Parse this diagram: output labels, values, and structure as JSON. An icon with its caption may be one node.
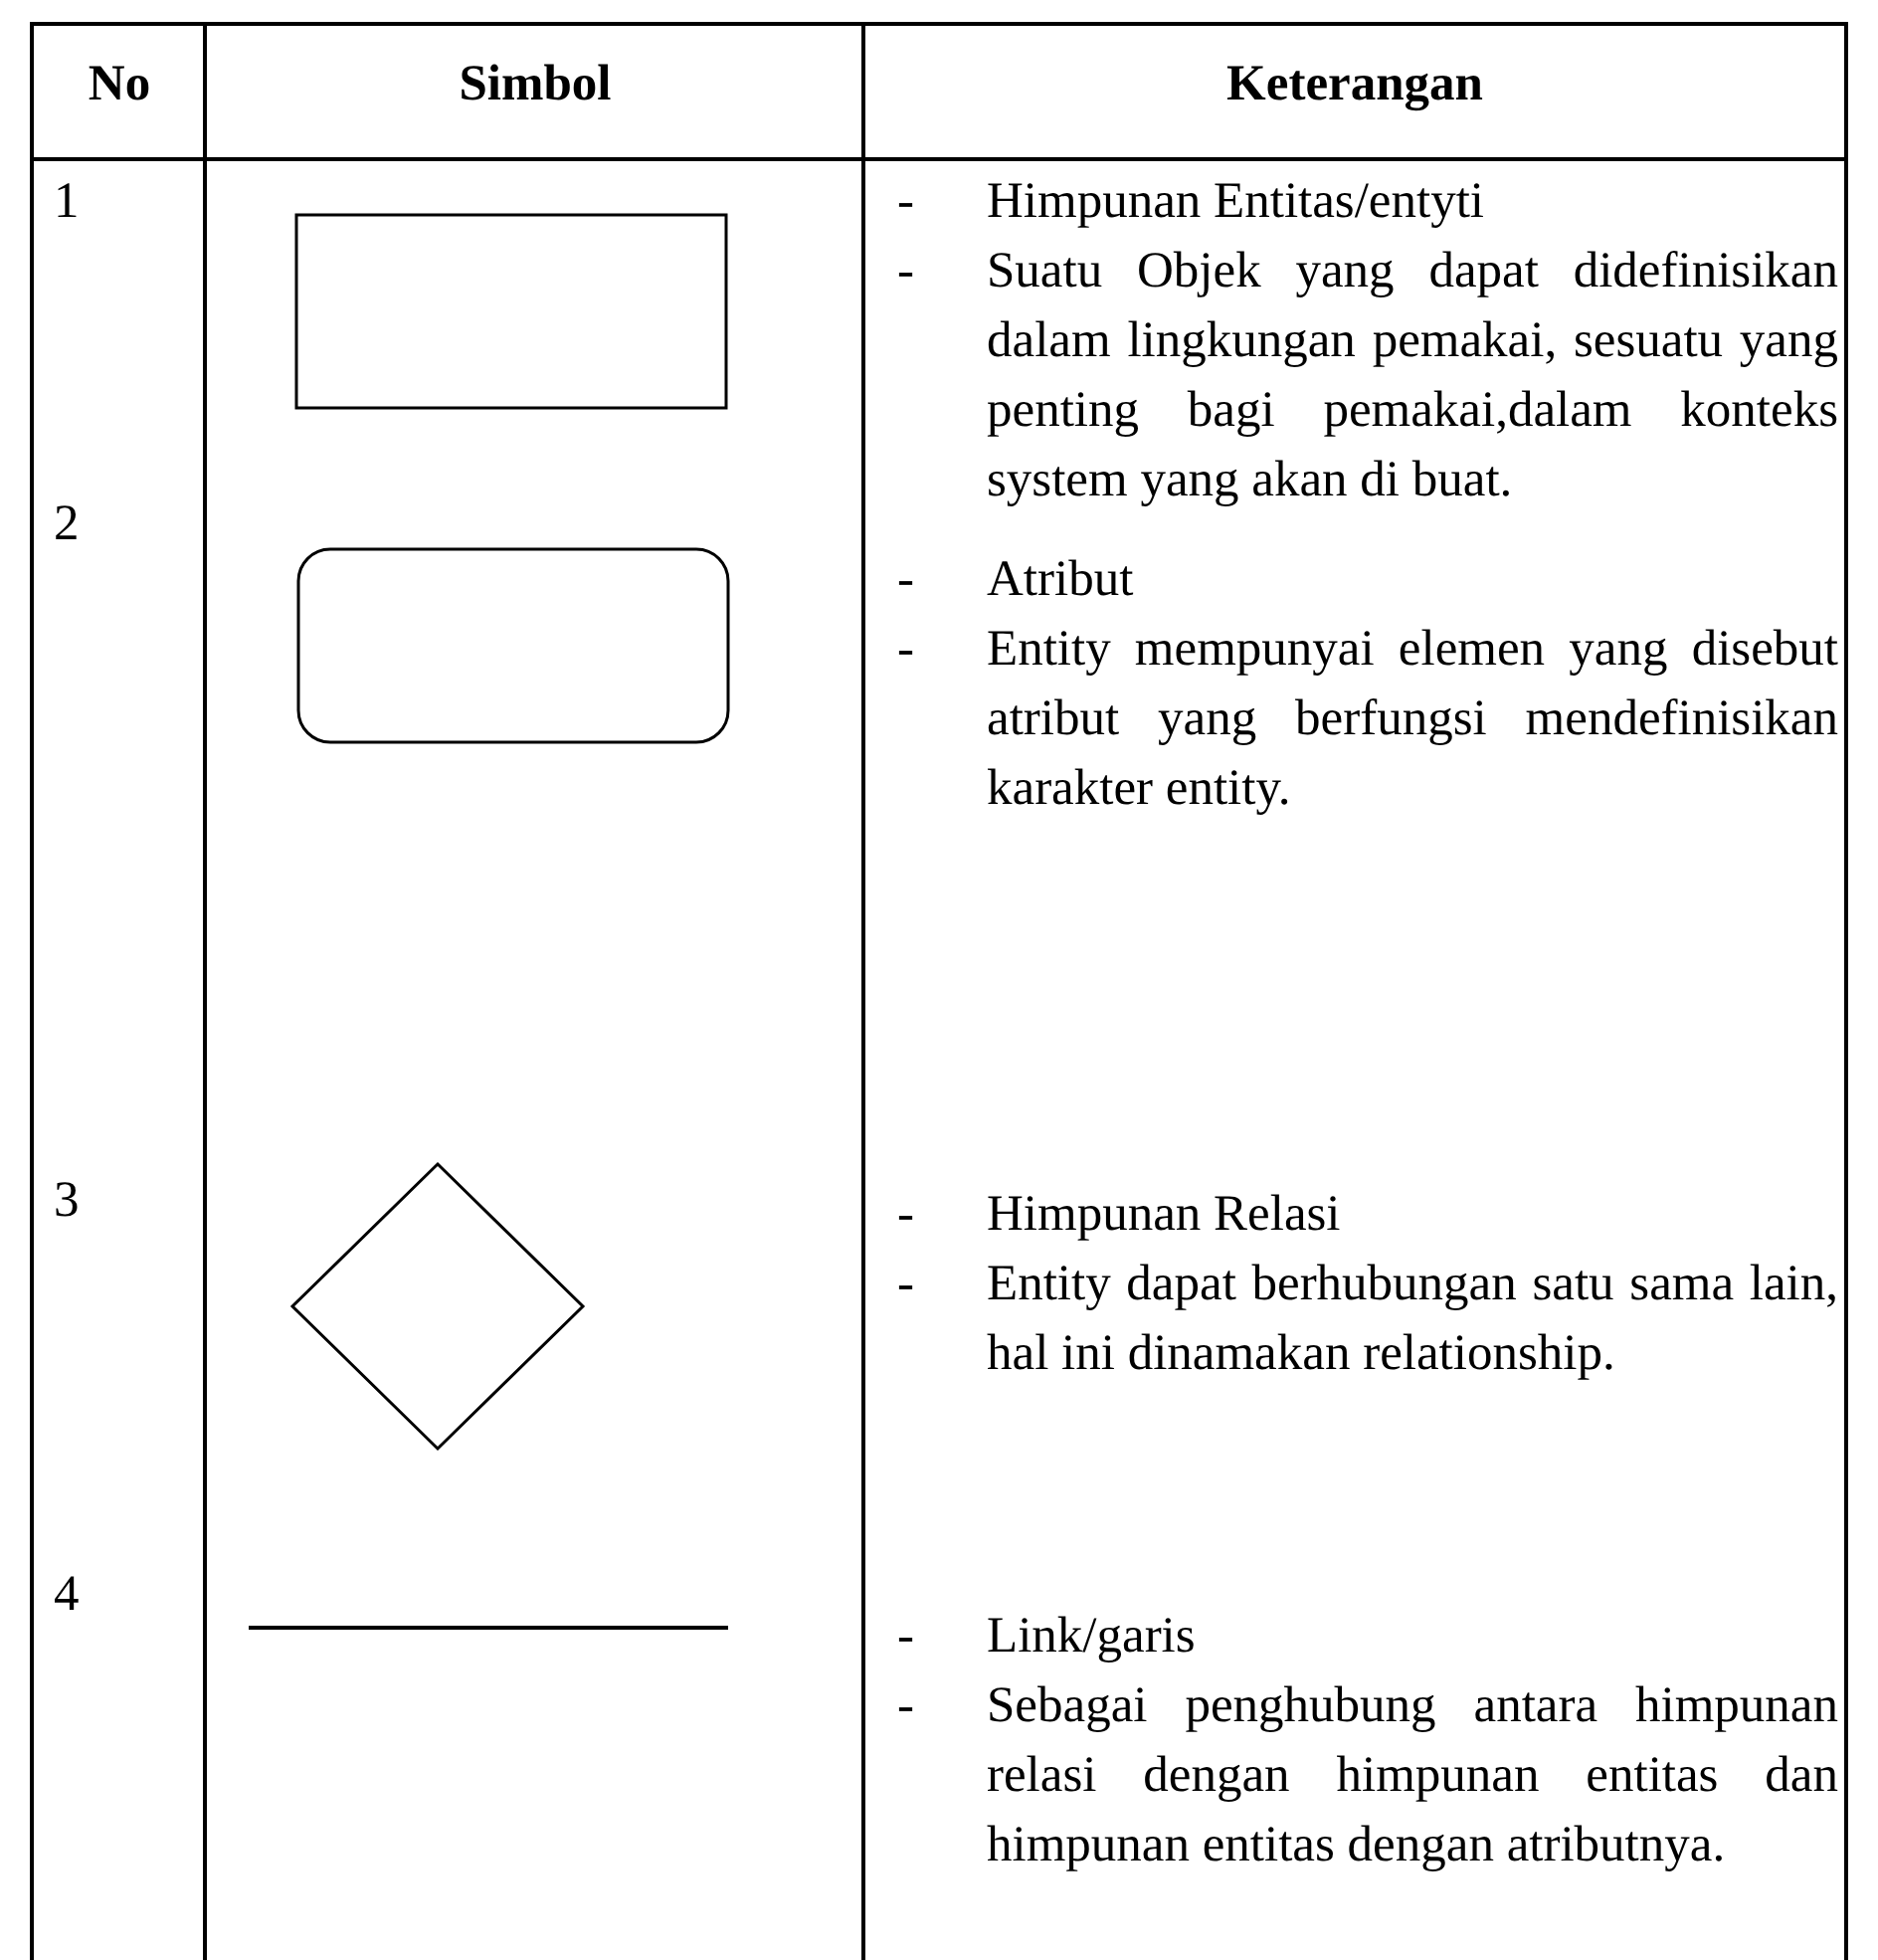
{
  "diagram": {
    "nodes": [
      {
        "text": [],
        "shape": "box"
      },
      {
        "text": [],
        "shape": "rounded"
      },
      {
        "text": [],
        "shape": "diamond"
      }
    ],
    "labels": [
      "No",
      "Simbol",
      "Keterangan",
      "1",
      "-",
      "Himpunan Entitas/entyti",
      "-",
      "Suatu Objek yang dapat didefinisikan dalam lingkungan pemakai, sesuatu yang penting bagi pemakai,dalam konteks system yang akan di buat.",
      "2",
      "-",
      "Atribut",
      "-",
      "Entity mempunyai elemen yang disebut atribut yang berfungsi mendefinisikan karakter entity.",
      "3",
      "-",
      "Himpunan Relasi",
      "-",
      "Entity dapat berhubungan satu sama lain, hal ini dinamakan relationship.",
      "4",
      "-",
      "Link/garis",
      "-",
      "Sebagai penghubung antara himpunan relasi dengan himpunan entitas dan himpunan entitas dengan atributnya."
    ]
  }
}
